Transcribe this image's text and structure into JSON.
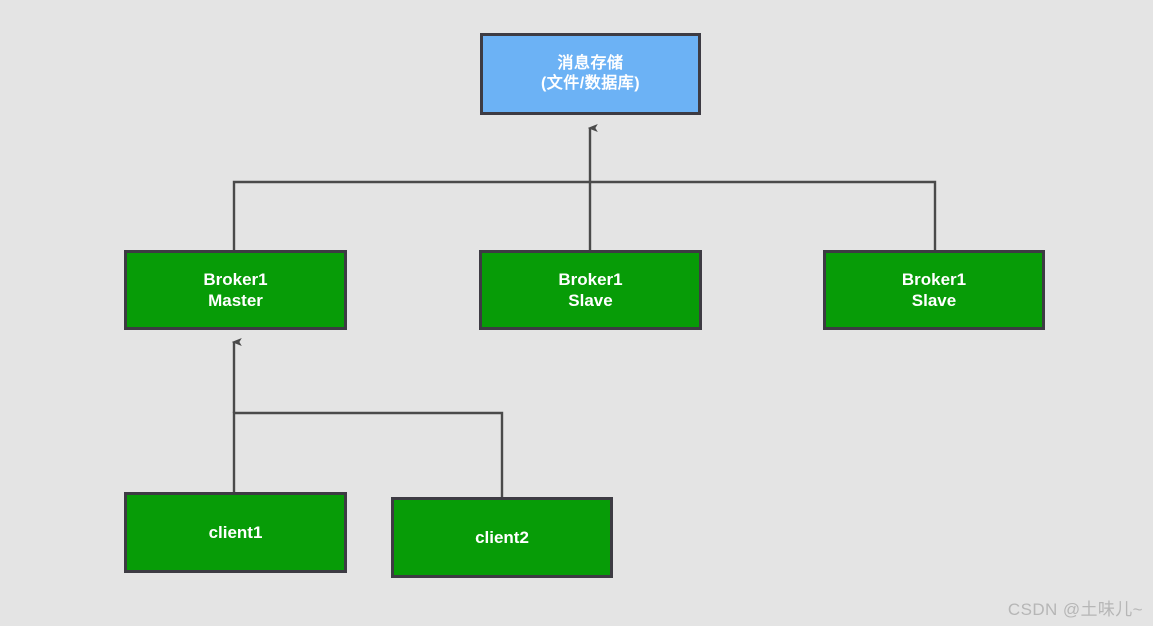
{
  "diagram": {
    "title": "RocketMQ broker cluster message storage diagram",
    "background_color": "#e4e4e4",
    "edge_color": "#4a4a4a",
    "border_color": "#3d3b43",
    "storage_fill": "#6cb2f5",
    "node_fill": "#079c07",
    "node_text_color": "#ffffff",
    "nodes": {
      "storage": {
        "line1": "消息存储",
        "line2": "(文件/数据库)"
      },
      "broker1": {
        "line1": "Broker1",
        "line2": "Master"
      },
      "broker2": {
        "line1": "Broker1",
        "line2": "Slave"
      },
      "broker3": {
        "line1": "Broker1",
        "line2": "Slave"
      },
      "client1": {
        "line1": "client1"
      },
      "client2": {
        "line1": "client2"
      }
    },
    "watermark": "CSDN @土味儿~"
  }
}
